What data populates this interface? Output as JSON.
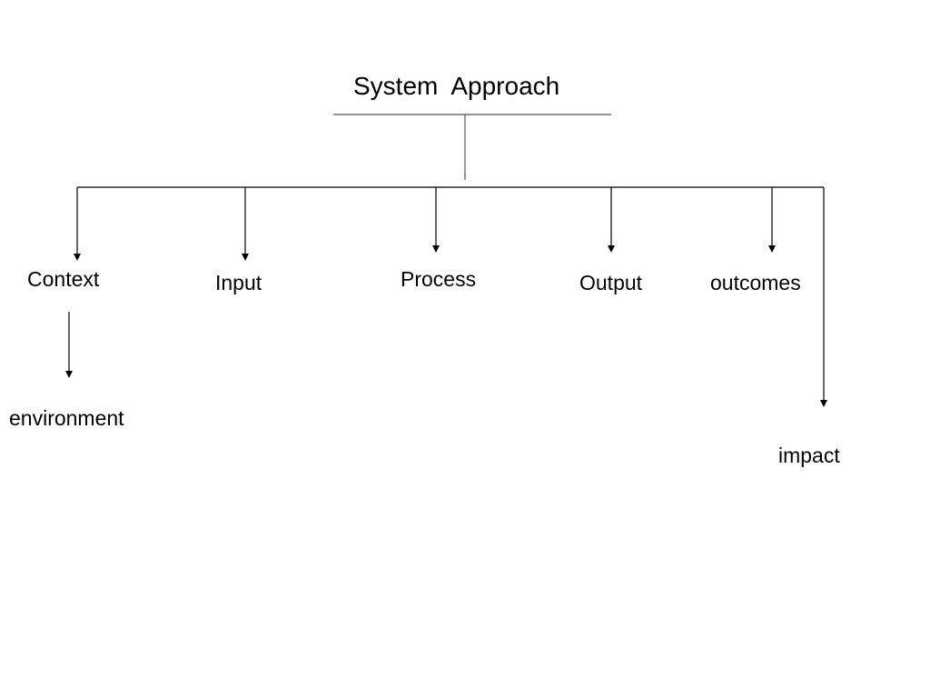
{
  "diagram": {
    "title": "System  Approach",
    "nodes": {
      "context": "Context",
      "input": "Input",
      "process": "Process",
      "output": "Output",
      "outcomes": "outcomes",
      "environment": "environment",
      "impact": "impact"
    }
  }
}
